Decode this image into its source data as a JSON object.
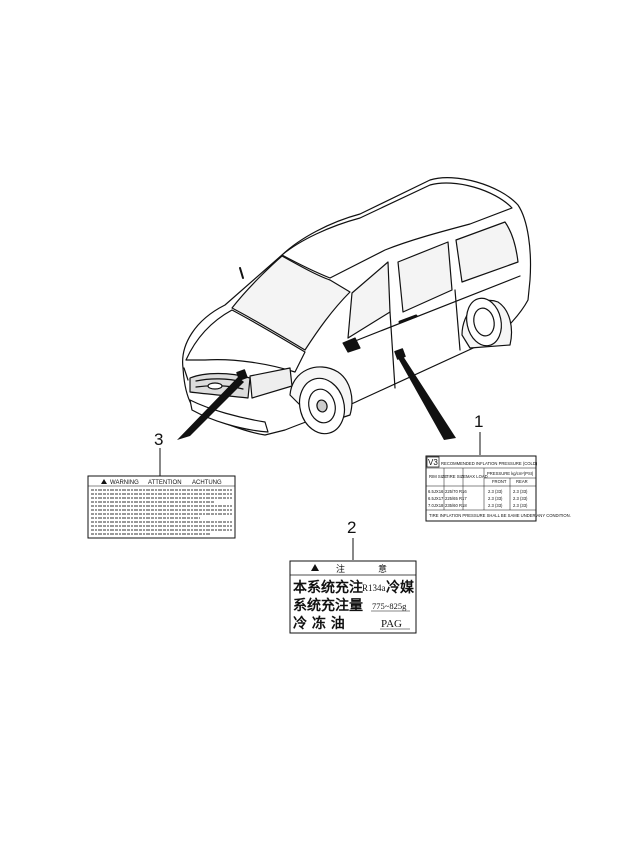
{
  "callouts": [
    {
      "number": "1"
    },
    {
      "number": "2"
    },
    {
      "number": "3"
    }
  ],
  "label_1": {
    "code": "V3",
    "heading": "RECOMMENDED INFLATION PRESSURE (COLD)",
    "col_headers": [
      "RIM SIZE",
      "TIRE SIZE",
      "MAX LOAD",
      "PRESSURE kg/cm²(PSI)",
      "FRONT",
      "REAR"
    ],
    "rows": [
      [
        "6.5JX16",
        "225/70 R16",
        "",
        "2.3 (33)",
        "2.3 (33)"
      ],
      [
        "6.5JX17",
        "225/65 R17",
        "",
        "2.3 (33)",
        "2.3 (33)"
      ],
      [
        "7.0JX18",
        "235/60 R18",
        "",
        "2.3 (33)",
        "2.3 (33)"
      ]
    ],
    "footer": "TIRE INFLATION PRESSURE SHALL BE SAME UNDER ANY CONDITION."
  },
  "label_2": {
    "title_left": "注",
    "title_right": "意",
    "line1_text": "本系统充注",
    "line1_refrigerant": "R134a",
    "line1_suffix": "冷媒",
    "line2_text": "系统充注量",
    "line2_value": "775~825g",
    "line3_text": "冷 冻 油",
    "line3_value": "PAG"
  },
  "label_3": {
    "headings": [
      "WARNING",
      "ATTENTION",
      "ACHTUNG"
    ]
  }
}
